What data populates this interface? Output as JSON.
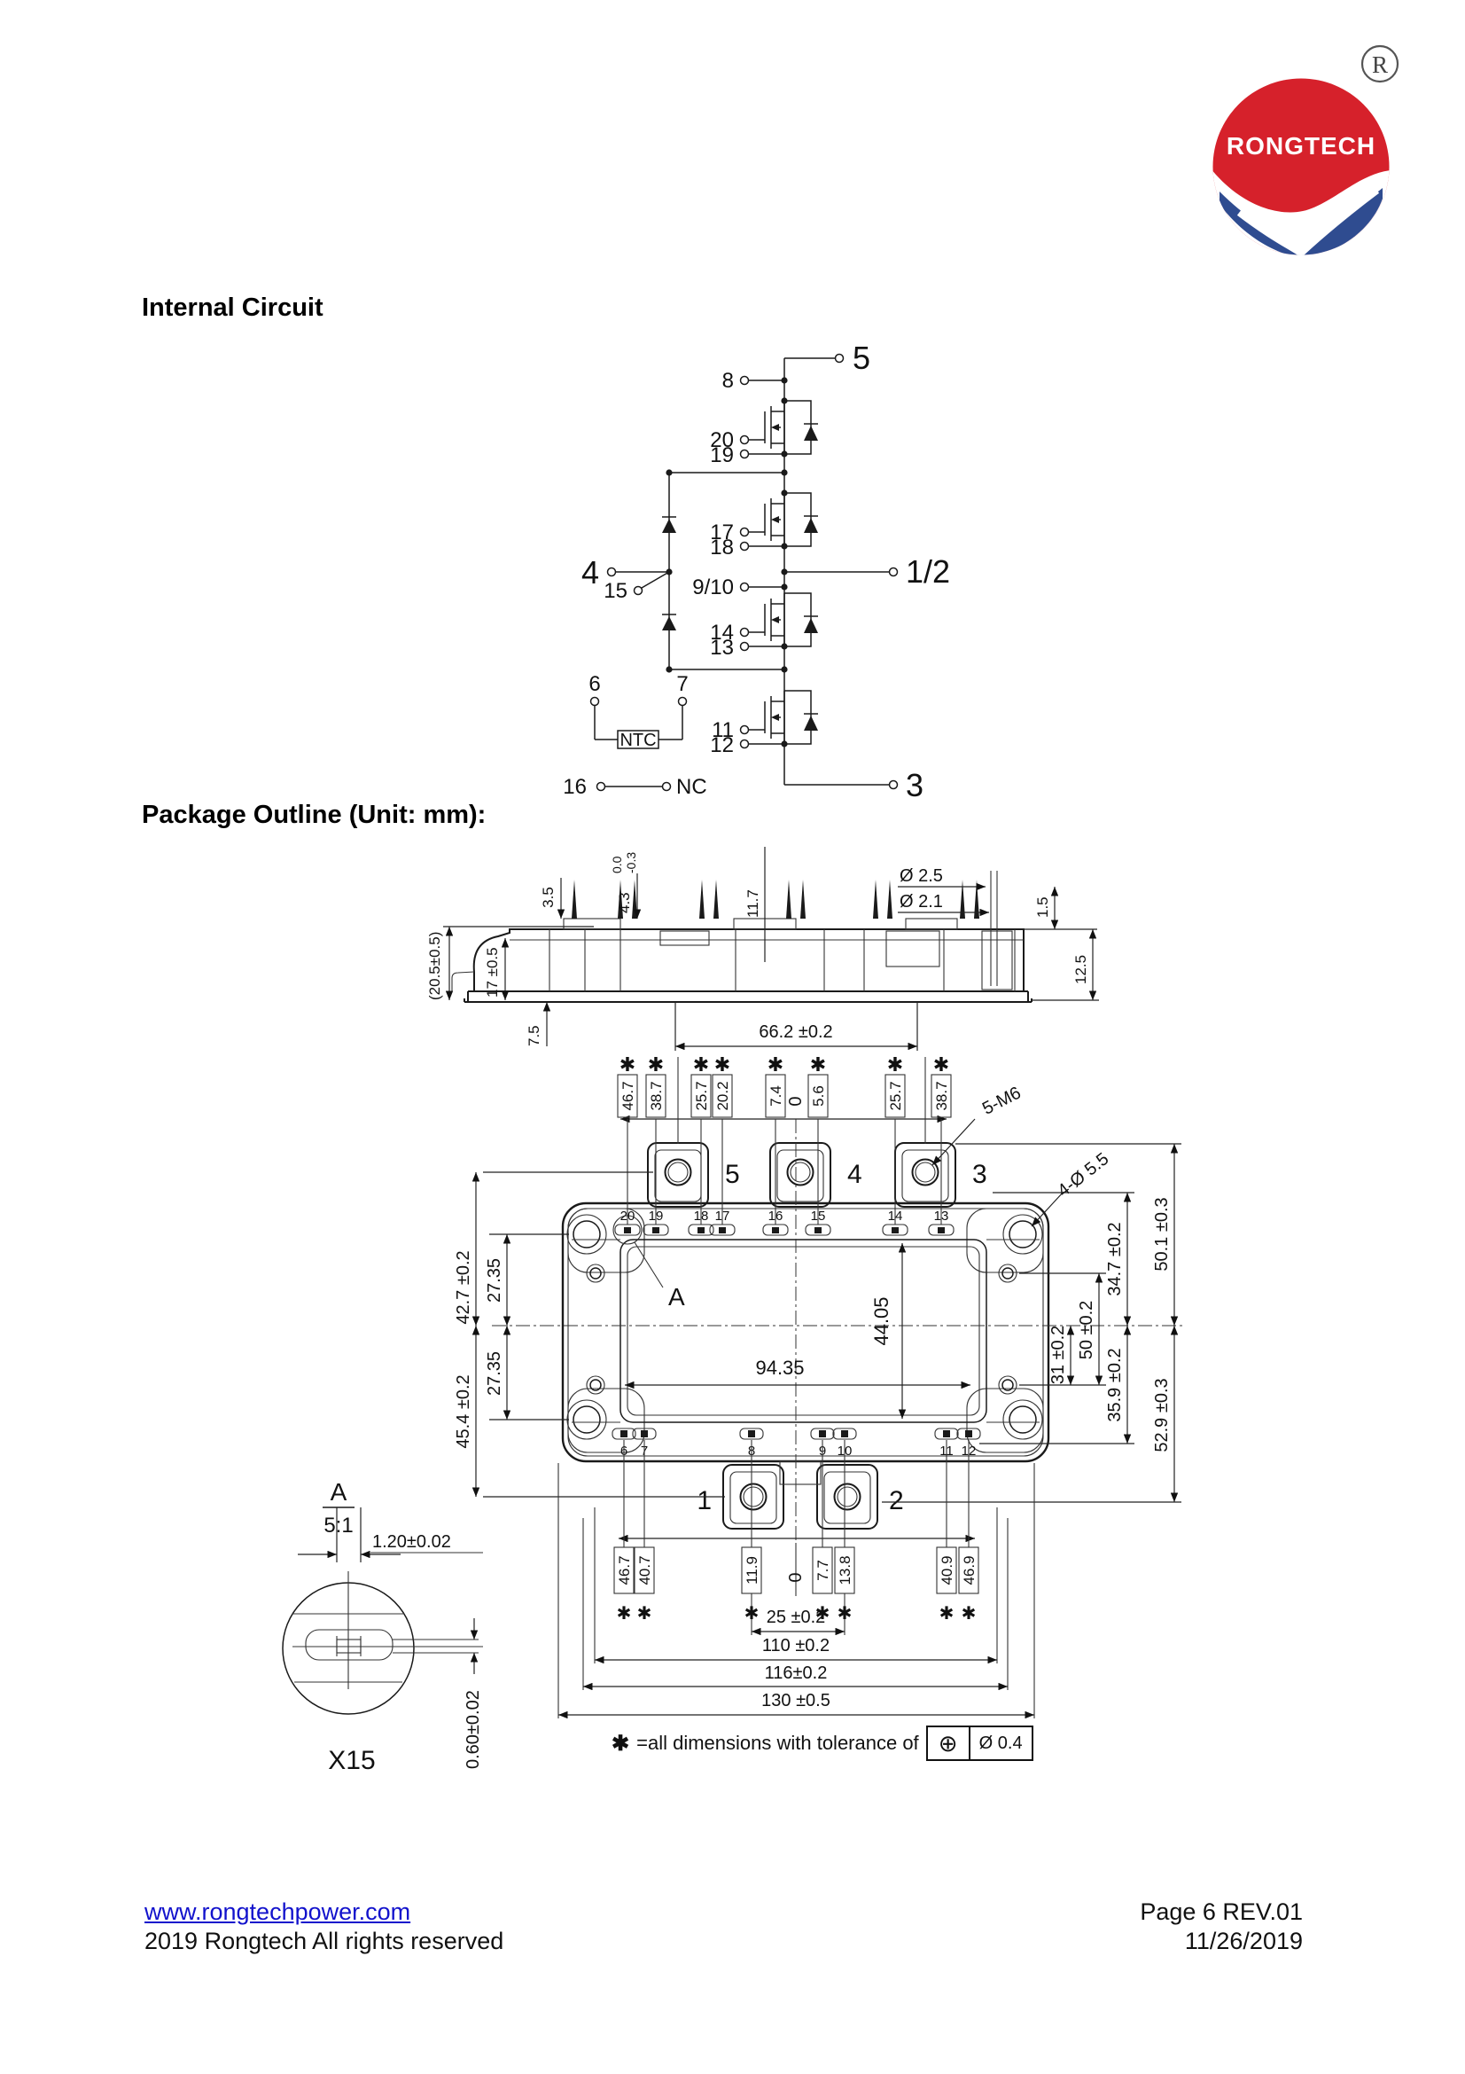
{
  "headings": {
    "internal_circuit": "Internal Circuit",
    "package_outline": "Package Outline (Unit: mm):"
  },
  "logo": {
    "brand": "RONGTECH",
    "registered": "R",
    "red": "#D6212B",
    "blue": "#2F4C90"
  },
  "circuit": {
    "t5": "5",
    "t12": "1/2",
    "t3": "3",
    "t4": "4",
    "p8": "8",
    "p20": "20",
    "p19": "19",
    "p17": "17",
    "p18": "18",
    "p910": "9/10",
    "p15": "15",
    "p14": "14",
    "p13": "13",
    "p11": "11",
    "p12": "12",
    "p16": "16",
    "ntc": "NTC",
    "nc": "NC"
  },
  "side": {
    "d205": "(20.5±0.5)",
    "d17": "17 ±0.5",
    "d75": "7.5",
    "d35": "3.5",
    "d00": "0.0",
    "dm03": "-0.3",
    "d43": "4.3",
    "d117": "11.7",
    "do25": "Ø 2.5",
    "do21": "Ø 2.1",
    "d15": "1.5",
    "d125": "12.5",
    "d662": "66.2  ±0.2"
  },
  "top": {
    "top_dims": [
      "46.7",
      "38.7",
      "25.7",
      "20.2",
      "7.4",
      "5.6",
      "25.7",
      "38.7"
    ],
    "zero_top": "0",
    "zero_bottom": "0",
    "screws": "5-M6",
    "holes": "4-Ø 5.5",
    "d427": "42.7  ±0.2",
    "d2735a": "27.35",
    "d2735b": "27.35",
    "d454": "45.4  ±0.2",
    "d501": "50.1  ±0.3",
    "d347": "34.7  ±0.2",
    "d31": "31 ±0.2",
    "d50": "50 ±0.2",
    "d359": "35.9  ±0.2",
    "d529": "52.9  ±0.3",
    "d9435": "94.35",
    "d4405": "44.05",
    "top_pins": [
      "20",
      "19",
      "18",
      "17",
      "16",
      "15",
      "14",
      "13"
    ],
    "bottom_pins": [
      "6",
      "7",
      "8",
      "9",
      "10",
      "11",
      "12"
    ],
    "t5": "5",
    "t4": "4",
    "t3": "3",
    "t1": "1",
    "t2": "2",
    "detail_ref": "A",
    "bottom_dims": [
      "46.7",
      "40.7",
      "11.9",
      "7.7",
      "13.8",
      "40.9",
      "46.9"
    ],
    "d25": "25  ±0.2",
    "d110": "110  ±0.2",
    "d116": "116±0.2",
    "d130": "130  ±0.5"
  },
  "detail": {
    "ref": "A",
    "scale": "5:1",
    "d120": "1.20±0.02",
    "d060": "0.60±0.02",
    "mag": "X15"
  },
  "note": {
    "star": "✱",
    "text": "=all dimensions with tolerance of",
    "gdt": "⊕",
    "val": "Ø 0.4"
  },
  "footer": {
    "url": "www.rongtechpower.com",
    "copyright": "2019 Rongtech All rights reserved",
    "page_rev": "Page 6  REV.01",
    "date": "11/26/2019"
  }
}
